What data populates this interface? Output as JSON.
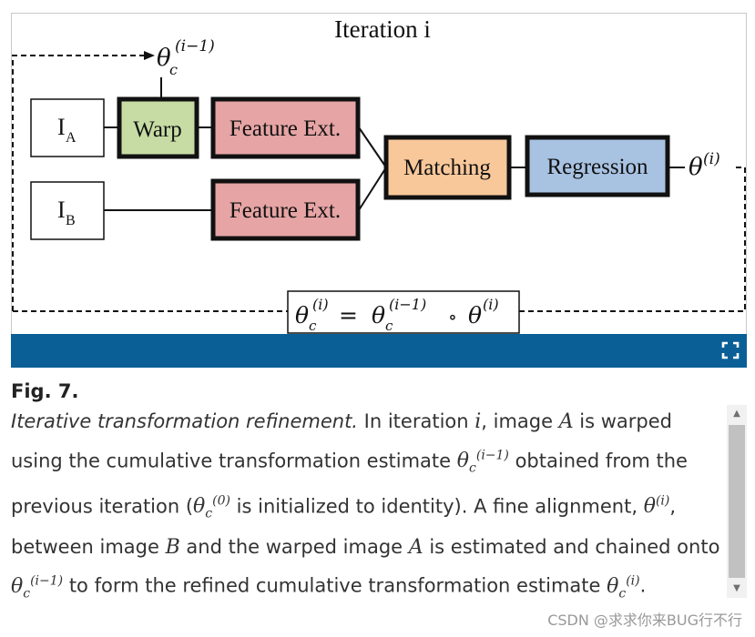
{
  "figure": {
    "title": "Iteration i",
    "boxes": {
      "ia": "I",
      "ia_sub": "A",
      "ib": "I",
      "ib_sub": "B",
      "warp": "Warp",
      "feat_a": "Feature Ext.",
      "feat_b": "Feature Ext.",
      "matching": "Matching",
      "regression": "Regression"
    },
    "colors": {
      "warp": "#c6dca4",
      "feature": "#e6a4a4",
      "matching": "#f9c89a",
      "regression": "#a8c2e2",
      "bar": "#0a5f96"
    },
    "feedback_label": "θc(i−1)",
    "output_label": "θ(i)",
    "equation": "θc(i) = θc(i−1) ∘ θ(i)",
    "expand_icon": "expand-icon"
  },
  "caption": {
    "fig_label": "Fig. 7.",
    "lead": "Iterative transformation refinement.",
    "t1": " In iteration ",
    "i_var": "i",
    "t2": ", image ",
    "a_var": "A",
    "t3": " is warped using the cumulative transformation estimate ",
    "t4": " obtained from the previous iteration (",
    "t5": " is initialized to identity). A fine alignment, ",
    "t6": ", between image ",
    "b_var": "B",
    "t7": " and the warped image ",
    "a_var2": "A",
    "t8": " is estimated and chained onto ",
    "t9": " to form the refined cumulative transformation estimate ",
    "t10": "."
  },
  "watermark": "CSDN @求求你来BUG行不行"
}
